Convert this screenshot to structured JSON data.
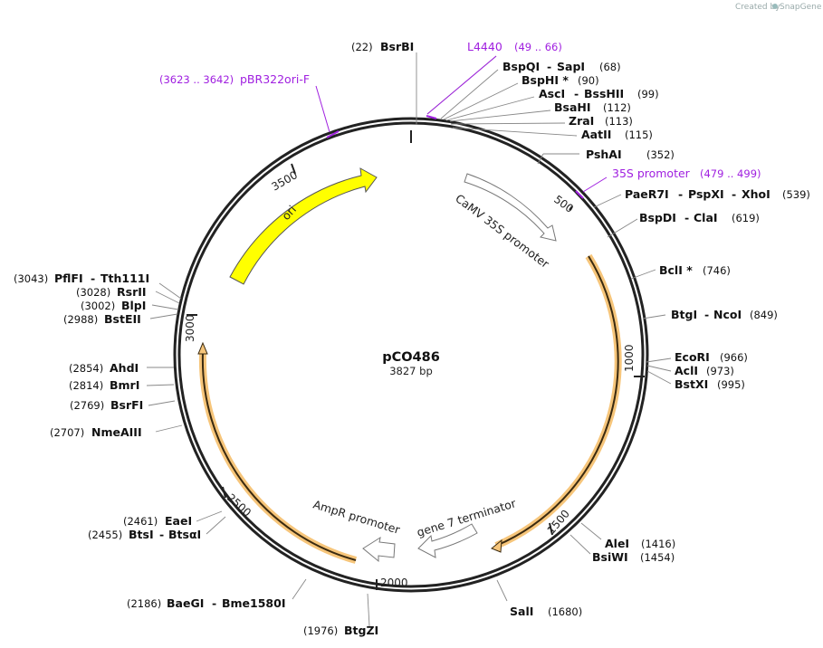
{
  "credit": {
    "prefix": "Created by",
    "brand": "SnapGene"
  },
  "plasmid": {
    "name": "pCO486",
    "length_label": "3827 bp",
    "length": 3827
  },
  "ticks": [
    "500",
    "1000",
    "1500",
    "2000",
    "2500",
    "3000",
    "3500"
  ],
  "features": [
    {
      "id": "ori",
      "label": "ori",
      "color": "#ffff00"
    },
    {
      "id": "camv",
      "label": "CaMV 35S promoter",
      "color": "#ffffff"
    },
    {
      "id": "gene7",
      "label": "gene 7 terminator",
      "color": "#ffffff"
    },
    {
      "id": "ampr-prom",
      "label": "AmpR promoter",
      "color": "#ffffff"
    },
    {
      "id": "orf-right",
      "label": "",
      "color": "#f6c57a"
    },
    {
      "id": "orf-left",
      "label": "",
      "color": "#f6c57a"
    }
  ],
  "primers": [
    {
      "name": "L4440",
      "range": "(49 .. 66)"
    },
    {
      "name": "pBR322ori-F",
      "range": "(3623 .. 3642)"
    },
    {
      "name": "35S promoter",
      "range": "(479 .. 499)"
    }
  ],
  "sites": [
    {
      "name": "BsrBI",
      "pos": "(22)"
    },
    {
      "name": "BspQI",
      "name2": "SapI",
      "pos": "(68)"
    },
    {
      "name": "BspHI *",
      "pos": "(90)"
    },
    {
      "name": "AscI",
      "name2": "BssHII",
      "pos": "(99)"
    },
    {
      "name": "BsaHI",
      "pos": "(112)"
    },
    {
      "name": "ZraI",
      "pos": "(113)"
    },
    {
      "name": "AatII",
      "pos": "(115)"
    },
    {
      "name": "PshAI",
      "pos": "(352)"
    },
    {
      "name": "PaeR7I",
      "name2": "PspXI",
      "name3": "XhoI",
      "pos": "(539)"
    },
    {
      "name": "BspDI",
      "name2": "ClaI",
      "pos": "(619)"
    },
    {
      "name": "BclI *",
      "pos": "(746)"
    },
    {
      "name": "BtgI",
      "name2": "NcoI",
      "pos": "(849)"
    },
    {
      "name": "EcoRI",
      "pos": "(966)"
    },
    {
      "name": "AclI",
      "pos": "(973)"
    },
    {
      "name": "BstXI",
      "pos": "(995)"
    },
    {
      "name": "AleI",
      "pos": "(1416)"
    },
    {
      "name": "BsiWI",
      "pos": "(1454)"
    },
    {
      "name": "SalI",
      "pos": "(1680)"
    },
    {
      "name": "BtgZI",
      "pos": "(1976)"
    },
    {
      "name": "BaeGI",
      "name2": "Bme1580I",
      "pos": "(2186)"
    },
    {
      "name": "EaeI",
      "pos": "(2461)"
    },
    {
      "name": "BtsI",
      "name2": "BtsαI",
      "pos": "(2455)"
    },
    {
      "name": "NmeAIII",
      "pos": "(2707)"
    },
    {
      "name": "BsrFI",
      "pos": "(2769)"
    },
    {
      "name": "BmrI",
      "pos": "(2814)"
    },
    {
      "name": "AhdI",
      "pos": "(2854)"
    },
    {
      "name": "BstEII",
      "pos": "(2988)"
    },
    {
      "name": "BlpI",
      "pos": "(3002)"
    },
    {
      "name": "RsrII",
      "pos": "(3028)"
    },
    {
      "name": "PflFI",
      "name2": "Tth111I",
      "pos": "(3043)"
    }
  ]
}
